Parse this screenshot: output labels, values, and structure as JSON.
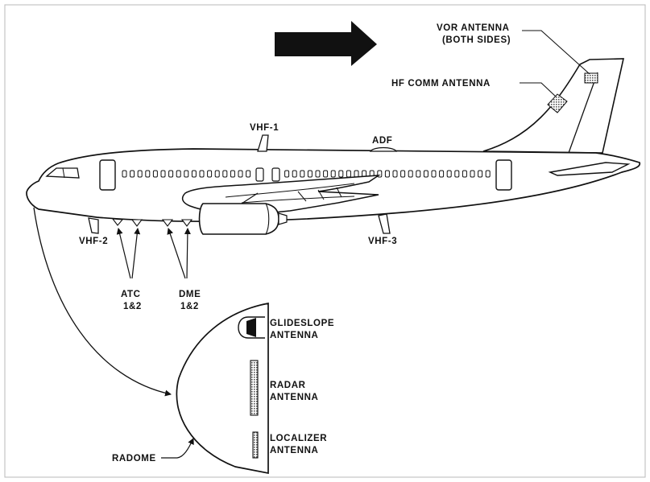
{
  "labels": {
    "vor_line1": "VOR ANTENNA",
    "vor_line2": "(BOTH SIDES)",
    "hf_comm": "HF COMM ANTENNA",
    "vhf1": "VHF-1",
    "adf": "ADF",
    "vhf2": "VHF-2",
    "vhf3": "VHF-3",
    "atc_line1": "ATC",
    "atc_line2": "1&2",
    "dme_line1": "DME",
    "dme_line2": "1&2",
    "glideslope_line1": "GLIDESLOPE",
    "glideslope_line2": "ANTENNA",
    "radar_line1": "RADAR",
    "radar_line2": "ANTENNA",
    "localizer_line1": "LOCALIZER",
    "localizer_line2": "ANTENNA",
    "radome": "RADOME"
  },
  "colors": {
    "ink": "#111111",
    "hatch_fill": "#9a9a9a",
    "background": "#ffffff"
  }
}
